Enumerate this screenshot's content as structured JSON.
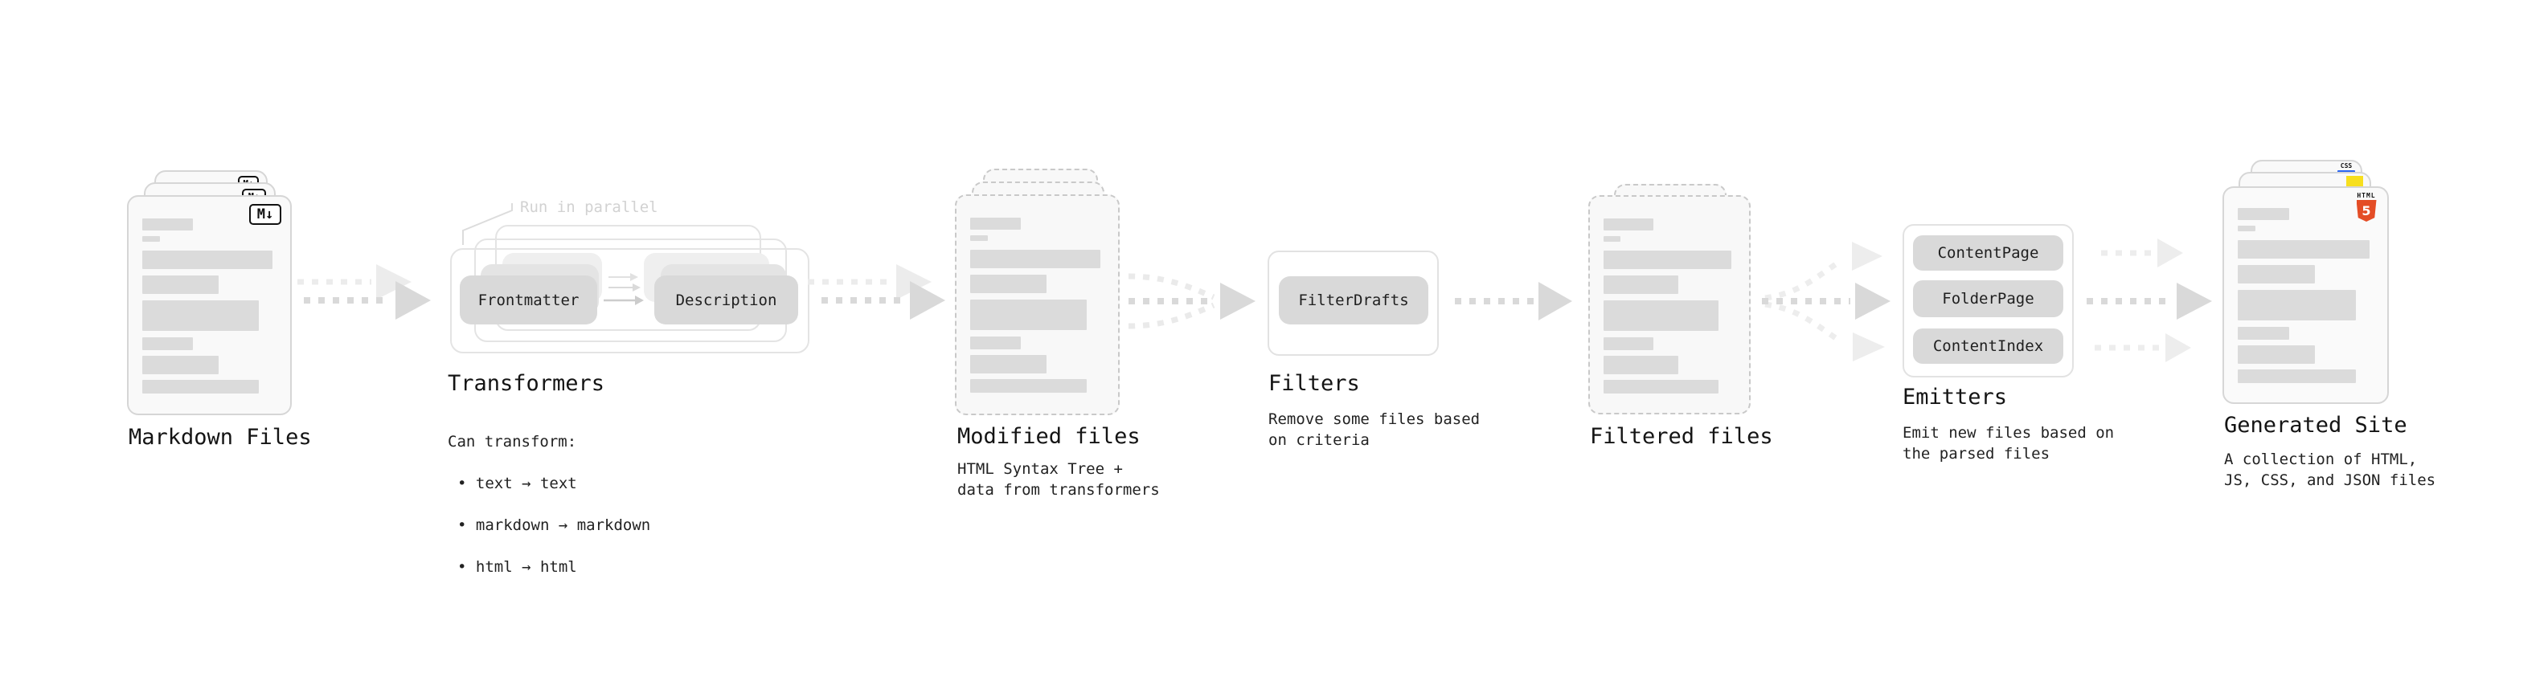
{
  "stages": {
    "markdown_files": {
      "label": "Markdown Files",
      "badge": "M↓"
    },
    "transformers": {
      "annotation": "Run in parallel",
      "pill_left": "Frontmatter",
      "pill_right": "Description",
      "title": "Transformers",
      "caption_heading": "Can transform:",
      "bullets": [
        "• text → text",
        "• markdown → markdown",
        "• html → html"
      ]
    },
    "modified_files": {
      "title": "Modified files",
      "caption": "HTML Syntax Tree +\ndata from transformers"
    },
    "filters": {
      "pill": "FilterDrafts",
      "title": "Filters",
      "caption": "Remove some files based\non criteria"
    },
    "filtered_files": {
      "title": "Filtered files"
    },
    "emitters": {
      "pills": [
        "ContentPage",
        "FolderPage",
        "ContentIndex"
      ],
      "title": "Emitters",
      "caption": "Emit new files based on\nthe parsed files"
    },
    "generated_site": {
      "title": "Generated Site",
      "caption": "A collection of HTML,\nJS, CSS, and JSON files",
      "css_badge": "CSS",
      "html_badge_label": "HTML",
      "html_badge_number": "5"
    }
  },
  "colors": {
    "css_blue": "#2965f1",
    "js_yellow": "#f7df1e",
    "html_orange": "#e44d26"
  }
}
